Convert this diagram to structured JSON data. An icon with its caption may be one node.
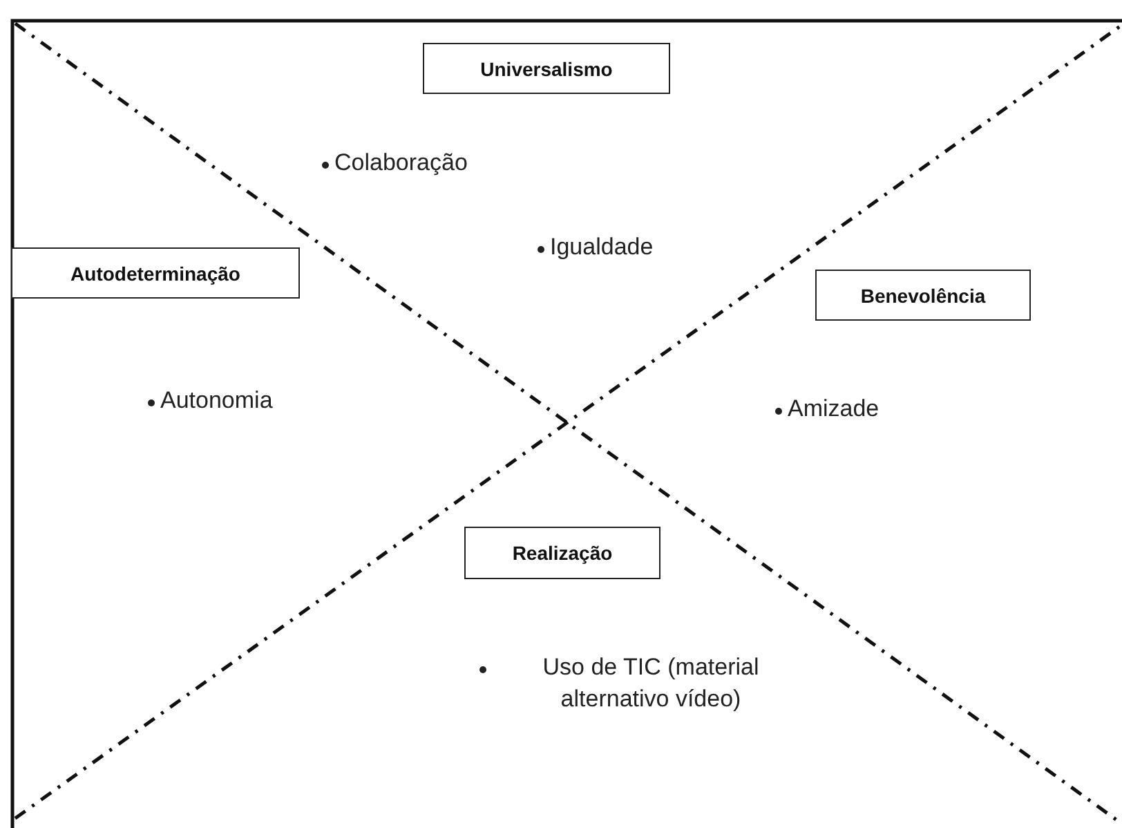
{
  "diagram": {
    "nodes": [
      {
        "text": [
          "Universalismo"
        ]
      },
      {
        "text": [
          "Autodeterminação"
        ]
      },
      {
        "text": [
          "Benevolência"
        ]
      },
      {
        "text": [
          "Realização"
        ]
      }
    ],
    "labels": [
      "Colaboração",
      "Igualdade",
      "Autonomia",
      "Amizade",
      "Uso de TIC (material alternativo vídeo)"
    ]
  }
}
